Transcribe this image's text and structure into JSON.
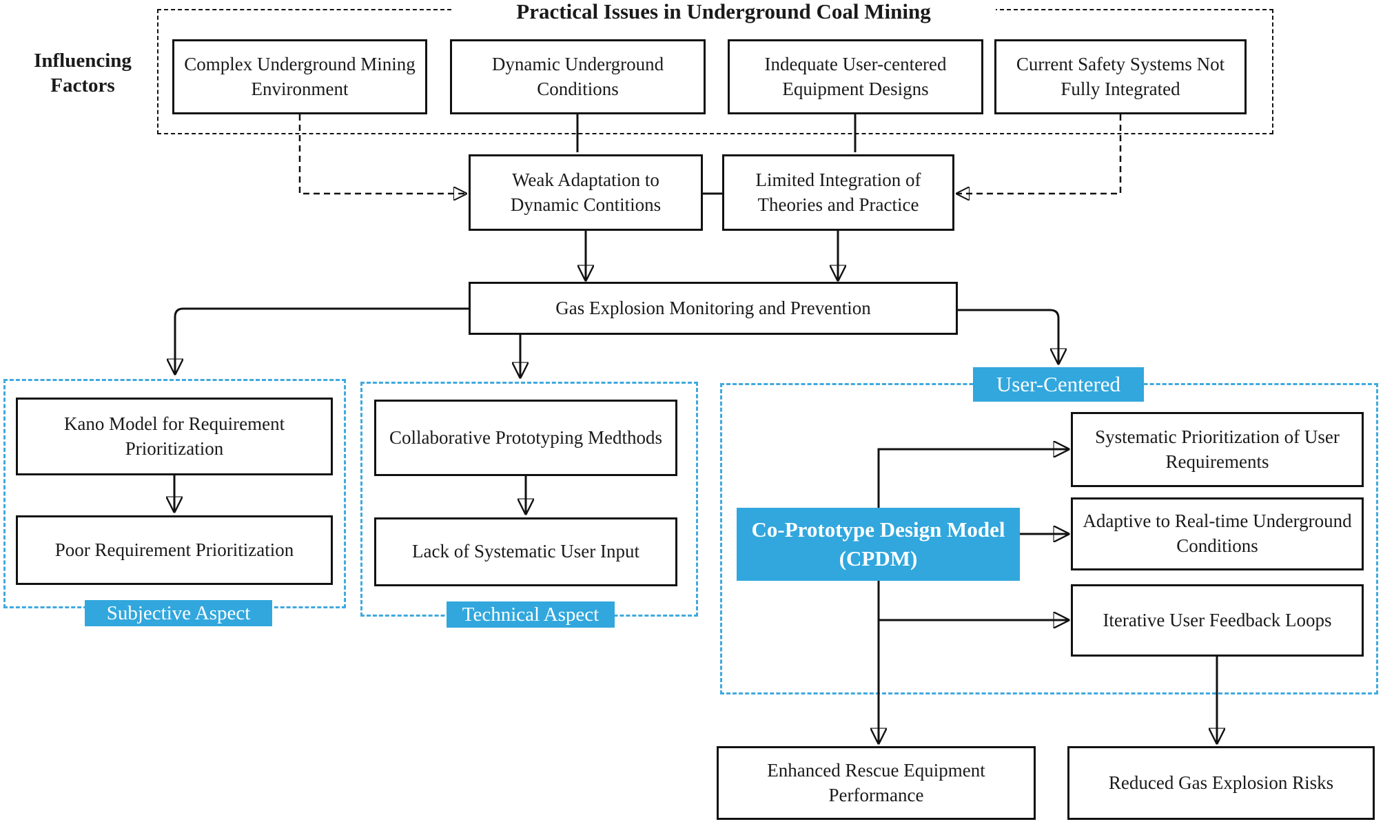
{
  "colors": {
    "accent_blue": "#31a7dd",
    "cluster_dash": "#3fa9df",
    "line_black": "#111111",
    "text_black": "#1a1a1a"
  },
  "header": {
    "influencing_factors": "Influencing Factors",
    "title": "Practical Issues in Underground Coal Mining"
  },
  "top_boxes": [
    {
      "label": "Complex Underground Mining Environment"
    },
    {
      "label": "Dynamic Underground Conditions"
    },
    {
      "label": "Indequate User-centered Equipment Designs"
    },
    {
      "label": "Current Safety Systems Not Fully Integrated"
    }
  ],
  "mid_boxes": [
    {
      "label": "Weak Adaptation to Dynamic Contitions"
    },
    {
      "label": "Limited Integration of Theories and Practice"
    }
  ],
  "gas_box": {
    "label": "Gas Explosion Monitoring and Prevention"
  },
  "subjective_group": {
    "tag": "Subjective Aspect",
    "boxes": [
      {
        "label": "Kano Model for Requirement Prioritization"
      },
      {
        "label": "Poor Requirement Prioritization"
      }
    ]
  },
  "technical_group": {
    "tag": "Technical Aspect",
    "boxes": [
      {
        "label": "Collaborative Prototyping Medthods"
      },
      {
        "label": "Lack of Systematic User Input"
      }
    ]
  },
  "user_centered_group": {
    "tag": "User-Centered",
    "cpdm_line1": "Co-Prototype Design Model",
    "cpdm_line2": "(CPDM)",
    "outcome_boxes": [
      {
        "label": "Systematic Prioritization of User Requirements"
      },
      {
        "label": "Adaptive to Real-time Underground Conditions"
      },
      {
        "label": "Iterative User Feedback Loops"
      }
    ]
  },
  "result_boxes": [
    {
      "label": "Enhanced Rescue Equipment Performance"
    },
    {
      "label": "Reduced Gas Explosion Risks"
    }
  ]
}
